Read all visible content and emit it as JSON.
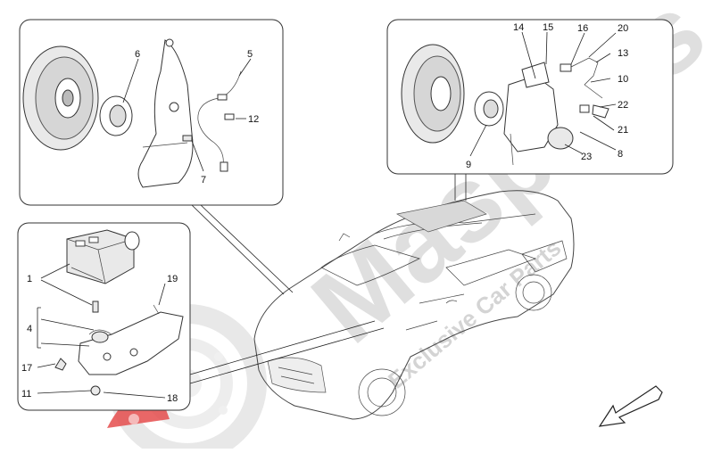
{
  "watermark": {
    "brand": "Masparts",
    "tagline": "Exclusive Car Parts",
    "brand_color": "#d8d8d8",
    "logo_color": "#e23a3a"
  },
  "callouts": {
    "panel_front_brake": [
      "6",
      "5",
      "12",
      "7"
    ],
    "panel_rear_brake": [
      "14",
      "15",
      "16",
      "20",
      "13",
      "10",
      "22",
      "21",
      "9",
      "23",
      "8"
    ],
    "panel_abs": [
      "1",
      "19",
      "4",
      "17",
      "11",
      "18"
    ]
  },
  "icons": {
    "direction_arrow": "direction-arrow-icon"
  }
}
